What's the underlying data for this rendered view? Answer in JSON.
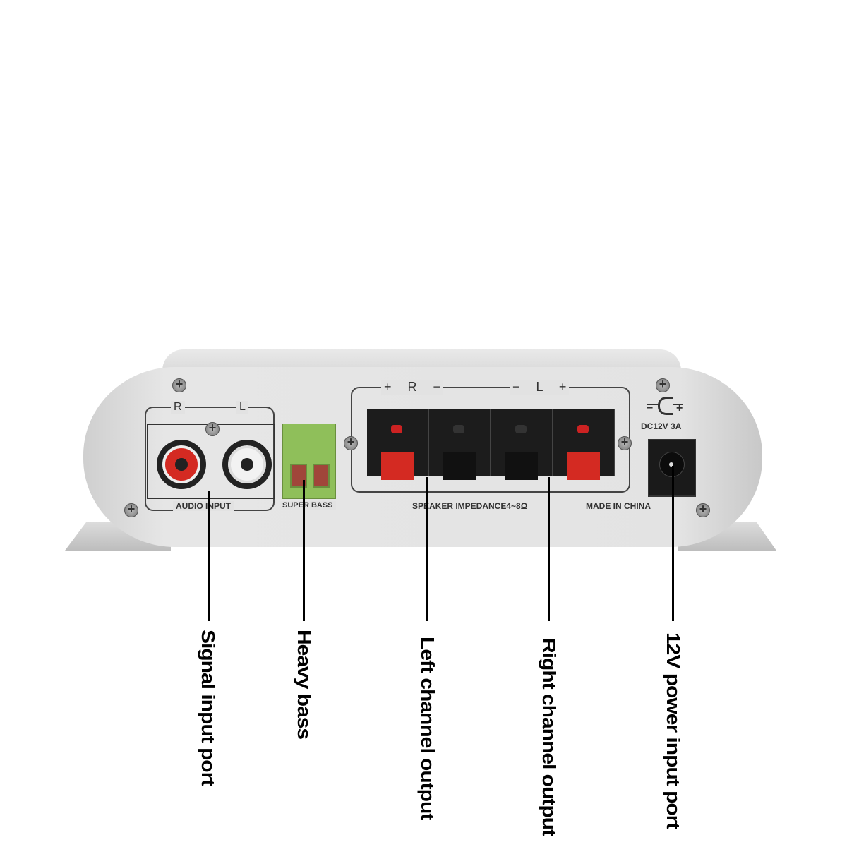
{
  "device": {
    "audio_input": {
      "label": "AUDIO INPUT",
      "channel_r": "R",
      "channel_l": "L"
    },
    "super_bass": {
      "label": "SUPER BASS"
    },
    "speaker_terminals": {
      "right_group": [
        "+",
        "R",
        "−"
      ],
      "left_group": [
        "−",
        "L",
        "+"
      ],
      "impedance_label": "SPEAKER IMPEDANCE4~8Ω"
    },
    "made_in": "MADE IN CHINA",
    "power": {
      "polarity_minus": "−",
      "polarity_plus": "+",
      "rating": "DC12V 3A"
    },
    "colors": {
      "red": "#d42a22",
      "green": "#8fbf5a",
      "body": "#e2e2e2"
    }
  },
  "callouts": [
    {
      "label": "Signal input port"
    },
    {
      "label": "Heavy bass"
    },
    {
      "label": "Left channel output"
    },
    {
      "label": "Right channel output"
    },
    {
      "label": "12V power input port"
    }
  ]
}
